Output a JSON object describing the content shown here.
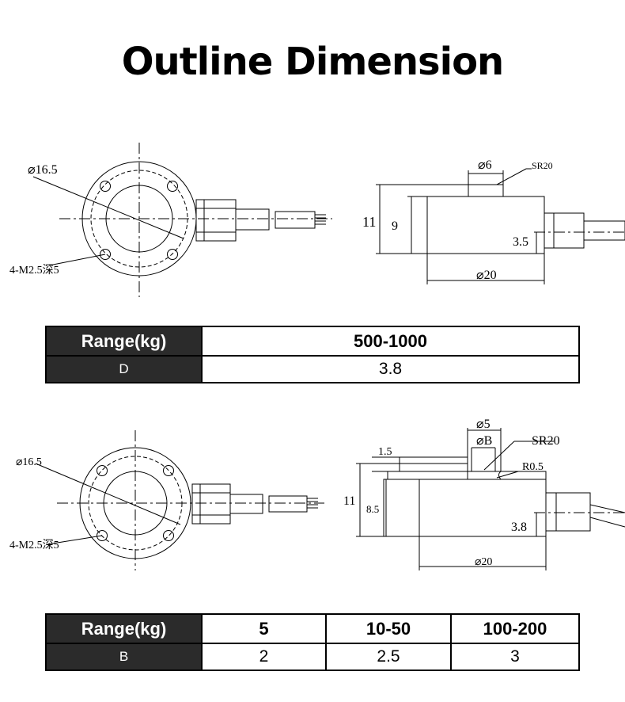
{
  "title": "Outline Dimension",
  "drawing1": {
    "top_view": {
      "diameter_label": "⌀16.5",
      "holes_label": "4-M2.5深5"
    },
    "side_view": {
      "button_dia": "⌀6",
      "sphere_radius": "SR20",
      "total_height": "11",
      "body_height": "9",
      "cable_height": "3.5",
      "body_dia": "⌀20"
    }
  },
  "table1": {
    "header": [
      "Range(kg)",
      "500-1000"
    ],
    "row": [
      "D",
      "3.8"
    ]
  },
  "drawing2": {
    "top_view": {
      "diameter_label": "⌀16.5",
      "holes_label": "4-M2.5深5"
    },
    "side_view": {
      "button_dia": "⌀5",
      "inner_dia": "⌀B",
      "sphere_radius": "SR20",
      "fillet_radius": "R0.5",
      "step_height": "1.5",
      "total_height": "11",
      "body_height": "8.5",
      "cable_height": "3.8",
      "body_dia": "⌀20"
    }
  },
  "table2": {
    "header": [
      "Range(kg)",
      "5",
      "10-50",
      "100-200"
    ],
    "row": [
      "B",
      "2",
      "2.5",
      "3"
    ]
  }
}
